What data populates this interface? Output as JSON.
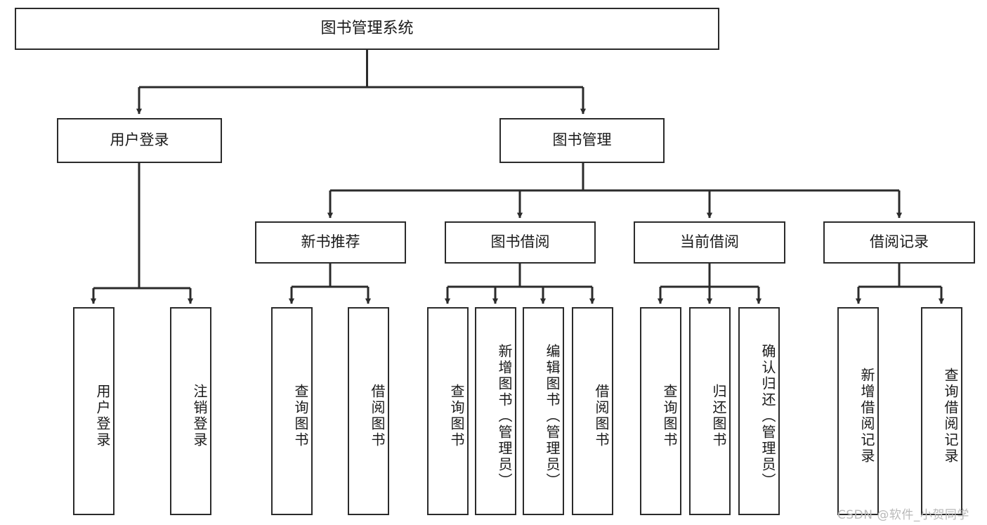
{
  "diagram": {
    "title": "图书管理系统",
    "type": "hierarchy-tree",
    "levels": 4,
    "root": {
      "label": "图书管理系统"
    },
    "level2": [
      {
        "label": "用户登录"
      },
      {
        "label": "图书管理"
      }
    ],
    "level3": [
      {
        "label": "新书推荐",
        "parent": "图书管理"
      },
      {
        "label": "图书借阅",
        "parent": "图书管理"
      },
      {
        "label": "当前借阅",
        "parent": "图书管理"
      },
      {
        "label": "借阅记录",
        "parent": "图书管理"
      }
    ],
    "leaves": [
      {
        "label": "用户登录",
        "parent": "用户登录"
      },
      {
        "label": "注销登录",
        "parent": "用户登录"
      },
      {
        "label": "查询图书",
        "parent": "新书推荐"
      },
      {
        "label": "借阅图书",
        "parent": "新书推荐"
      },
      {
        "label": "查询图书",
        "parent": "图书借阅"
      },
      {
        "label": "新增图书（管理员）",
        "parent": "图书借阅"
      },
      {
        "label": "编辑图书（管理员）",
        "parent": "图书借阅"
      },
      {
        "label": "借阅图书",
        "parent": "图书借阅"
      },
      {
        "label": "查询图书",
        "parent": "当前借阅"
      },
      {
        "label": "归还图书",
        "parent": "当前借阅"
      },
      {
        "label": "确认归还（管理员）",
        "parent": "当前借阅"
      },
      {
        "label": "新增借阅记录",
        "parent": "借阅记录"
      },
      {
        "label": "查询借阅记录",
        "parent": "借阅记录"
      }
    ]
  },
  "watermark": {
    "text": "CSDN @软件_小贺同学"
  },
  "colors": {
    "stroke": "#2b2b2b",
    "fill": "#ffffff",
    "text": "#1a1a1a",
    "watermark": "#b9b9b9"
  }
}
